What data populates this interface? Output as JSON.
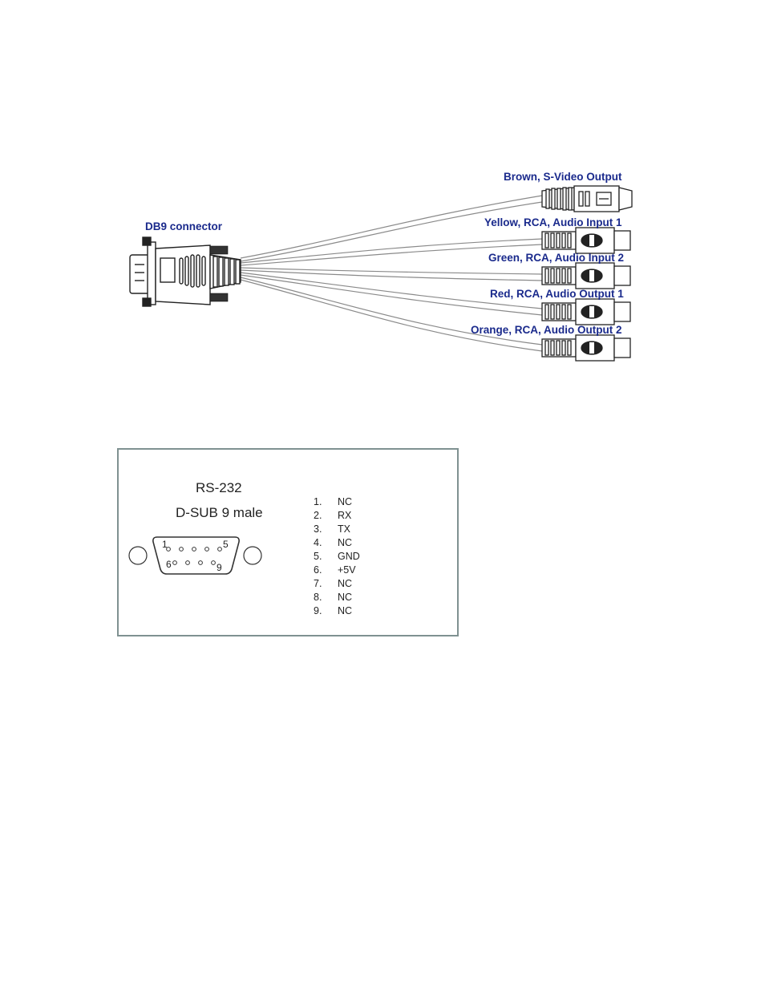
{
  "cable": {
    "db9_label": "DB9 connector",
    "connectors": [
      {
        "label": "Brown, S-Video Output",
        "type": "svideo"
      },
      {
        "label": "Yellow, RCA, Audio Input 1",
        "type": "rca"
      },
      {
        "label": "Green, RCA, Audio Input 2",
        "type": "rca"
      },
      {
        "label": "Red, RCA, Audio Output 1",
        "type": "rca"
      },
      {
        "label": "Orange, RCA, Audio Output 2",
        "type": "rca"
      }
    ],
    "label_color": "#1a2a8c"
  },
  "pinout": {
    "title": "RS-232",
    "subtitle": "D-SUB 9 male",
    "connector_numbers": {
      "top_left": "1",
      "top_right": "5",
      "bottom_left": "6",
      "bottom_right": "9"
    },
    "pins": [
      {
        "num": "1.",
        "signal": "NC"
      },
      {
        "num": "2.",
        "signal": "RX"
      },
      {
        "num": "3.",
        "signal": "TX"
      },
      {
        "num": "4.",
        "signal": "NC"
      },
      {
        "num": "5.",
        "signal": "GND"
      },
      {
        "num": "6.",
        "signal": "+5V"
      },
      {
        "num": "7.",
        "signal": "NC"
      },
      {
        "num": "8.",
        "signal": "NC"
      },
      {
        "num": "9.",
        "signal": "NC"
      }
    ],
    "border_color": "#7f9191"
  }
}
